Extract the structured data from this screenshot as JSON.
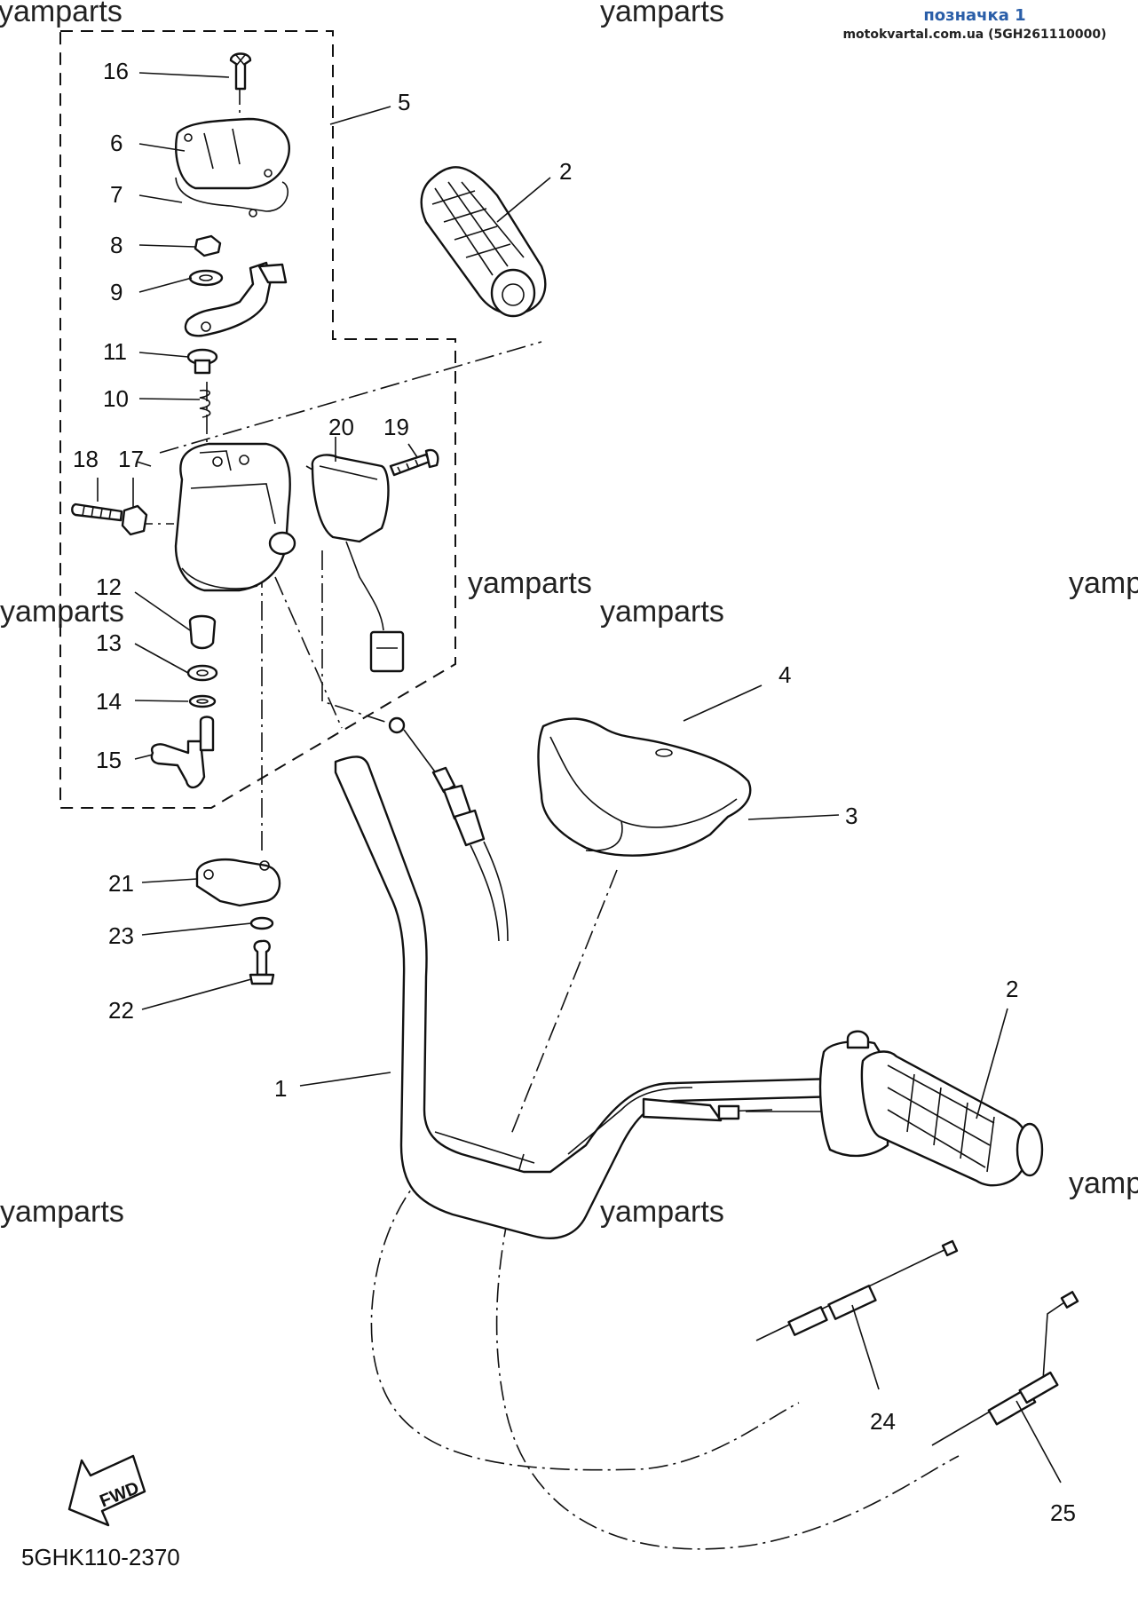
{
  "header": {
    "label": "позначка 1",
    "source": "motokvartal.com.ua (5GH261110000)"
  },
  "watermark": "yamparts",
  "callouts": {
    "c1": "1",
    "c2a": "2",
    "c2b": "2",
    "c3": "3",
    "c4": "4",
    "c5": "5",
    "c6": "6",
    "c7": "7",
    "c8": "8",
    "c9": "9",
    "c10": "10",
    "c11": "11",
    "c12": "12",
    "c13": "13",
    "c14": "14",
    "c15": "15",
    "c16": "16",
    "c17": "17",
    "c18": "18",
    "c19": "19",
    "c20": "20",
    "c21": "21",
    "c22": "22",
    "c23": "23",
    "c24": "24",
    "c25": "25"
  },
  "fwd_label": "FWD",
  "diagram_code": "5GHK110-2370"
}
